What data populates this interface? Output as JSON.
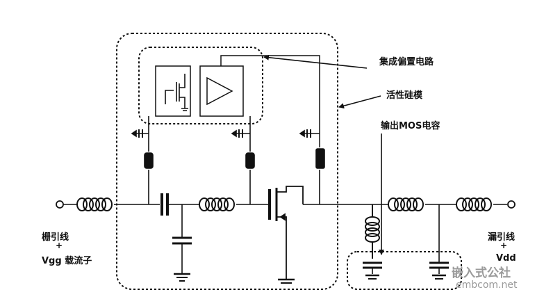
{
  "labels": {
    "integrated_bias": "集成偏置电路",
    "active_die": "活性硅模",
    "output_mos_cap": "输出MOS电容",
    "gate_lead": "栅引线",
    "gate_plus": "+",
    "vgg_carrier": "Vgg 载流子",
    "drain_lead": "漏引线",
    "drain_plus": "+",
    "vdd": "Vdd"
  },
  "watermark": {
    "brand": "嵌入式公社",
    "site": "embcom.net"
  }
}
